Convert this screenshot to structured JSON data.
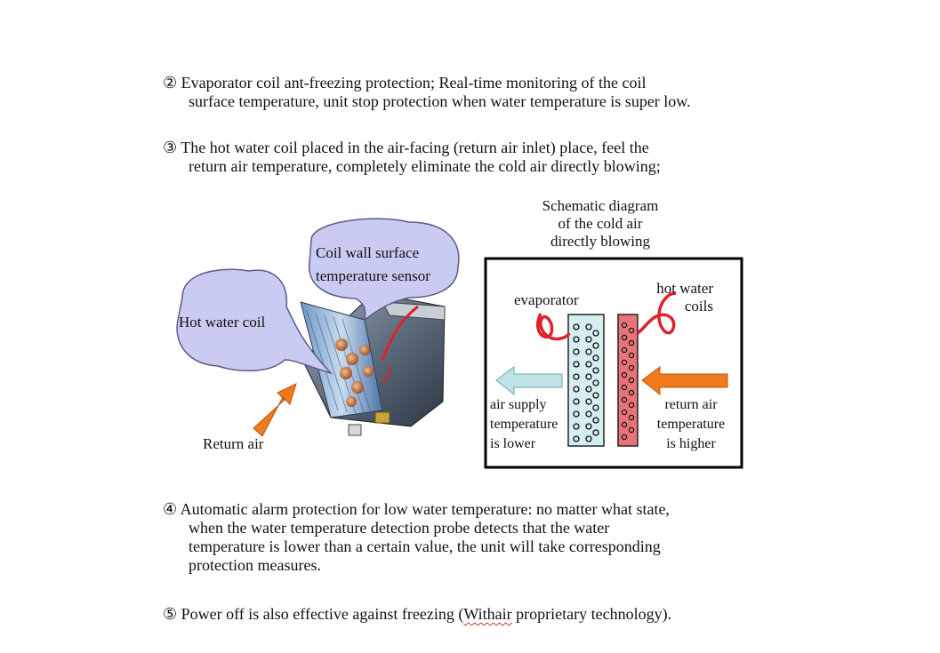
{
  "paragraphs": {
    "p2": {
      "line1": "② Evaporator coil ant-freezing protection; Real-time monitoring of the coil",
      "line2": "surface temperature, unit stop protection when water temperature is super low."
    },
    "p3": {
      "line1": "③ The hot water coil placed in the air-facing (return air inlet) place, feel the",
      "line2": "return air temperature, completely eliminate the cold air directly blowing;"
    },
    "p4": {
      "line1": "④ Automatic alarm protection for low water temperature: no matter what state,",
      "line2": "when the water temperature detection probe detects that the water",
      "line3": "temperature is lower than a certain value, the unit will take corresponding",
      "line4": "protection measures."
    },
    "p5": {
      "before": "⑤ Power off is also effective against freezing (",
      "brand": "Withair",
      "after": " proprietary technology)."
    }
  },
  "left_figure": {
    "hot_water_coil_label": "Hot water coil",
    "sensor_label_line1": "Coil wall surface",
    "sensor_label_line2": "temperature sensor",
    "return_air_label": "Return air"
  },
  "schematic": {
    "title_line1": "Schematic diagram",
    "title_line2": "of the cold air",
    "title_line3": "directly blowing",
    "evaporator_label": "evaporator",
    "hot_water_line1": "hot water",
    "hot_water_line2": "coils",
    "supply_line1": "air supply",
    "supply_line2": "temperature",
    "supply_line3": "is lower",
    "return_line1": "return air",
    "return_line2": "temperature",
    "return_line3": "is higher"
  },
  "colors": {
    "bubble_fill": "#c9cbf2",
    "bubble_stroke": "#5b5b8a",
    "arrow_orange": "#f07a1c",
    "evaporator_fill": "#d6eef0",
    "hot_coil_fill": "#e8747a",
    "supply_arrow": "#bfe3e6",
    "wire_red": "#e0202a"
  },
  "icons": {
    "return_air_arrow": "arrow-up-right",
    "supply_air_arrow": "arrow-left",
    "return_air_arrow_right": "arrow-left"
  }
}
